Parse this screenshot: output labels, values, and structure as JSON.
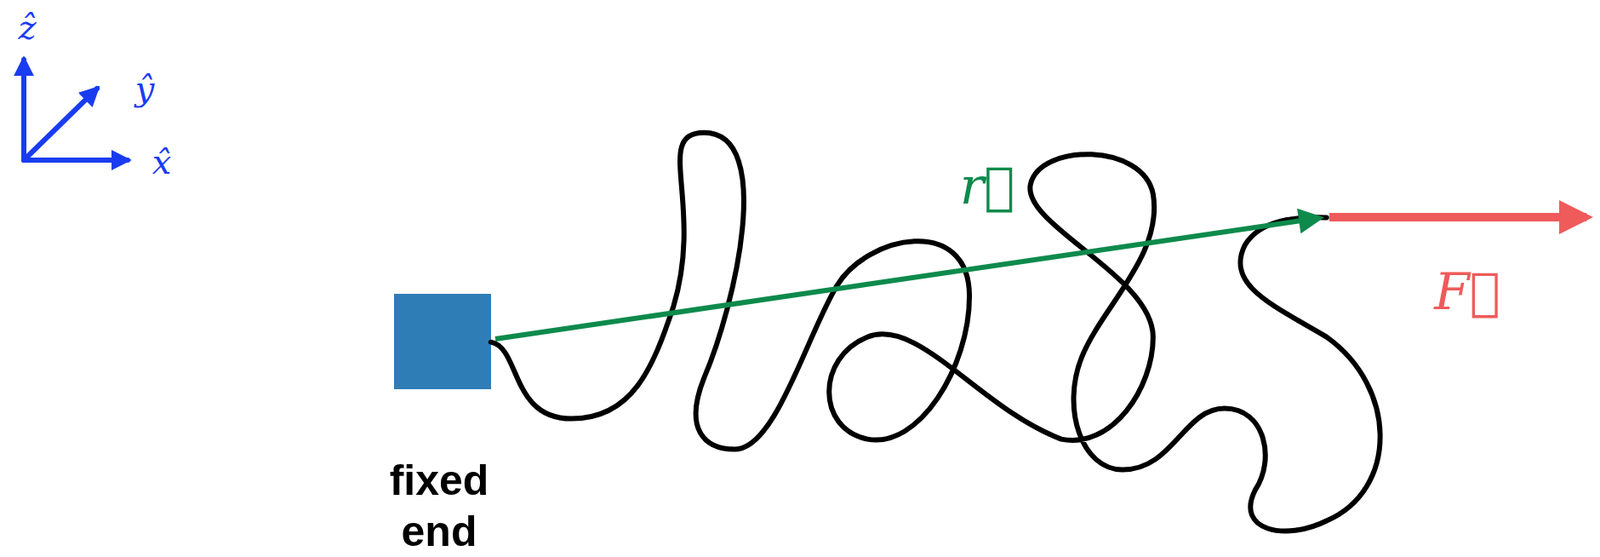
{
  "diagram": {
    "labels": [
      "ẑ",
      "ŷ",
      "x̂",
      "fixed end",
      "r⃗",
      "F⃗"
    ]
  }
}
